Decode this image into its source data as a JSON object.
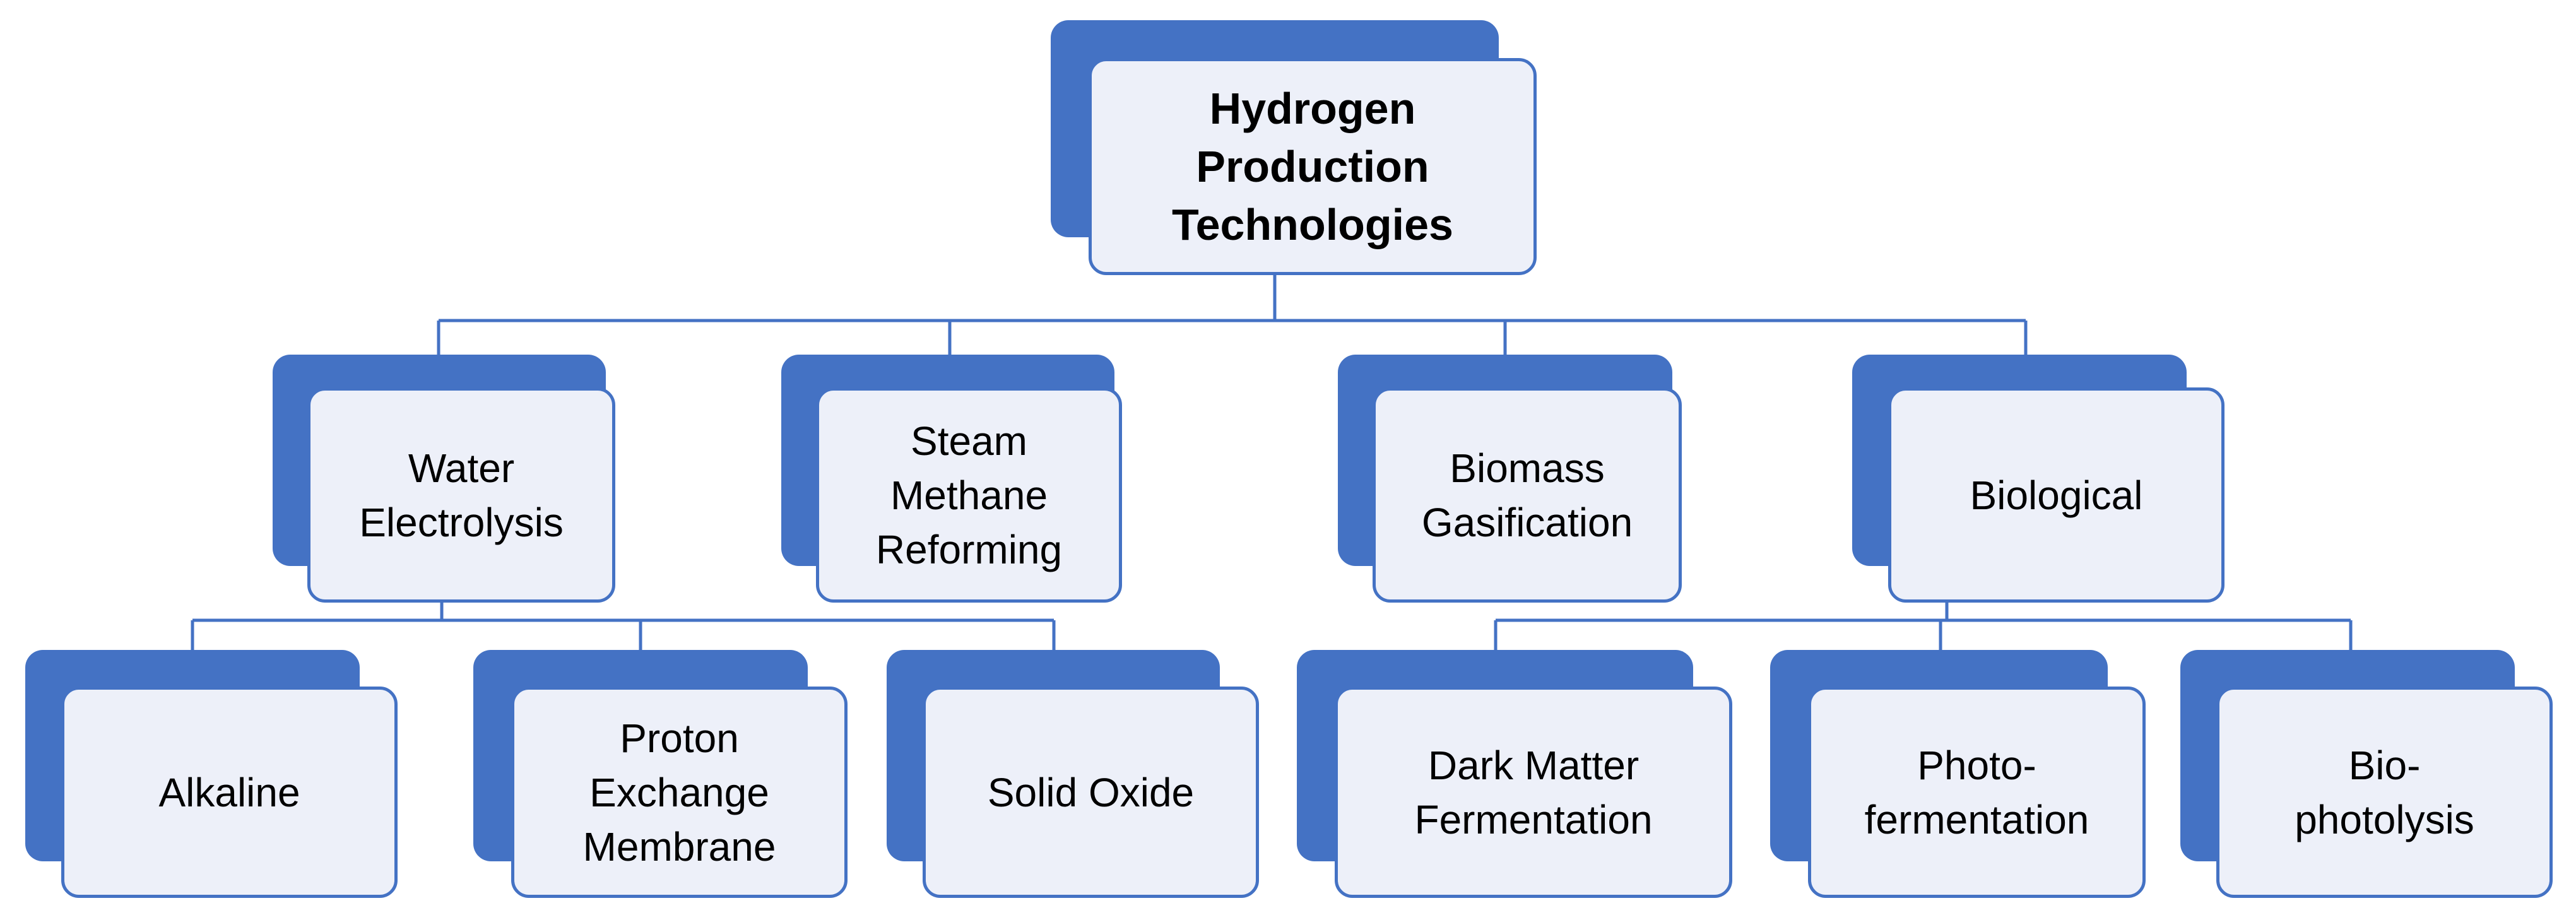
{
  "colors": {
    "accent": "#4472C4",
    "box_fill": "#EDF0F9",
    "text": "#000000"
  },
  "root": {
    "label": "Hydrogen\nProduction\nTechnologies"
  },
  "level1": [
    {
      "label": "Water\nElectrolysis"
    },
    {
      "label": "Steam\nMethane\nReforming"
    },
    {
      "label": "Biomass\nGasification"
    },
    {
      "label": "Biological"
    }
  ],
  "level2": [
    {
      "label": "Alkaline"
    },
    {
      "label": "Proton\nExchange\nMembrane"
    },
    {
      "label": "Solid Oxide"
    },
    {
      "label": "Dark Matter\nFermentation"
    },
    {
      "label": "Photo-\nfermentation"
    },
    {
      "label": "Bio-\nphotolysis"
    }
  ]
}
